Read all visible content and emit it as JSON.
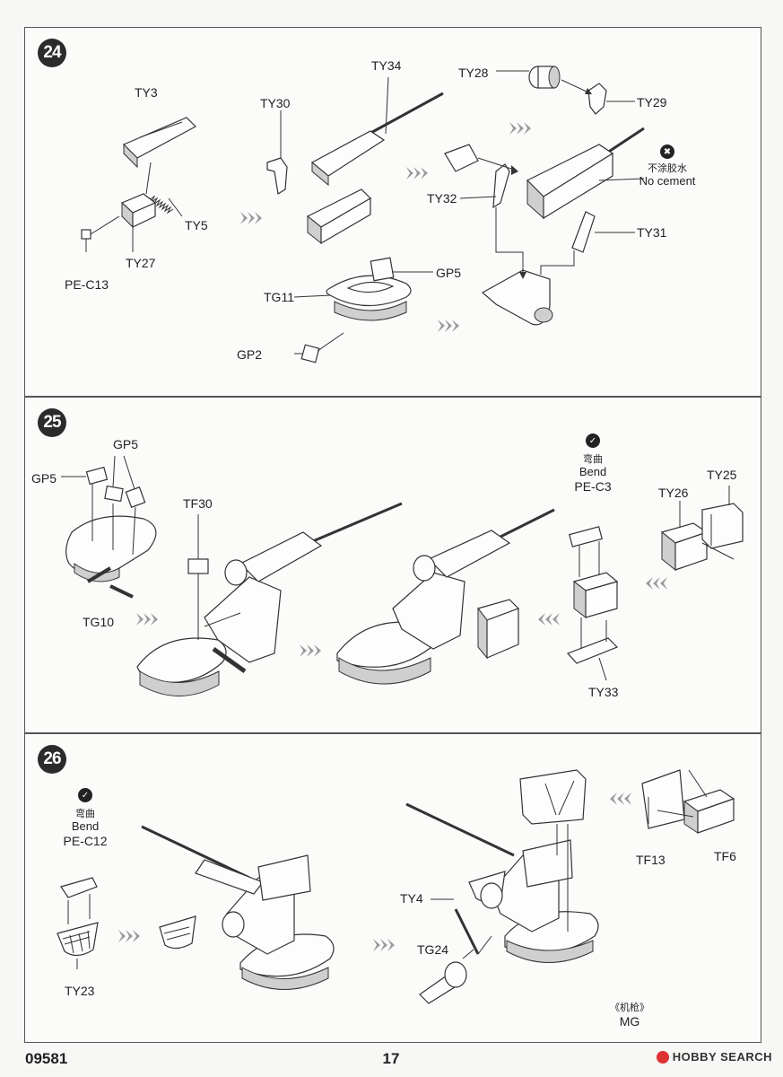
{
  "steps": [
    {
      "number": "24",
      "labels": {
        "ty3": "TY3",
        "ty5": "TY5",
        "ty27": "TY27",
        "pe_c13": "PE-C13",
        "ty30": "TY30",
        "ty34": "TY34",
        "tg11": "TG11",
        "gp5": "GP5",
        "gp2": "GP2",
        "ty28": "TY28",
        "ty29": "TY29",
        "ty32": "TY32",
        "ty31": "TY31"
      },
      "note": {
        "cn": "不涂胶水",
        "en": "No cement"
      }
    },
    {
      "number": "25",
      "labels": {
        "gp5_a": "GP5",
        "gp5_b": "GP5",
        "tg10": "TG10",
        "tf30": "TF30",
        "pe_c3": "PE-C3",
        "ty26": "TY26",
        "ty25": "TY25",
        "ty33": "TY33"
      },
      "note": {
        "cn": "弯曲",
        "en": "Bend"
      }
    },
    {
      "number": "26",
      "labels": {
        "pe_c12": "PE-C12",
        "ty23": "TY23",
        "ty4": "TY4",
        "tg24": "TG24",
        "tf13": "TF13",
        "tf6": "TF6"
      },
      "note": {
        "cn": "弯曲",
        "en": "Bend"
      },
      "caption": {
        "cn": "《机枪》",
        "en": "MG"
      }
    }
  ],
  "footer": {
    "product_code": "09581",
    "page_number": "17",
    "watermark": "HOBBY SEARCH"
  },
  "colors": {
    "ink": "#222222",
    "panel_border": "#555555",
    "watermark_accent": "#dd3333"
  }
}
